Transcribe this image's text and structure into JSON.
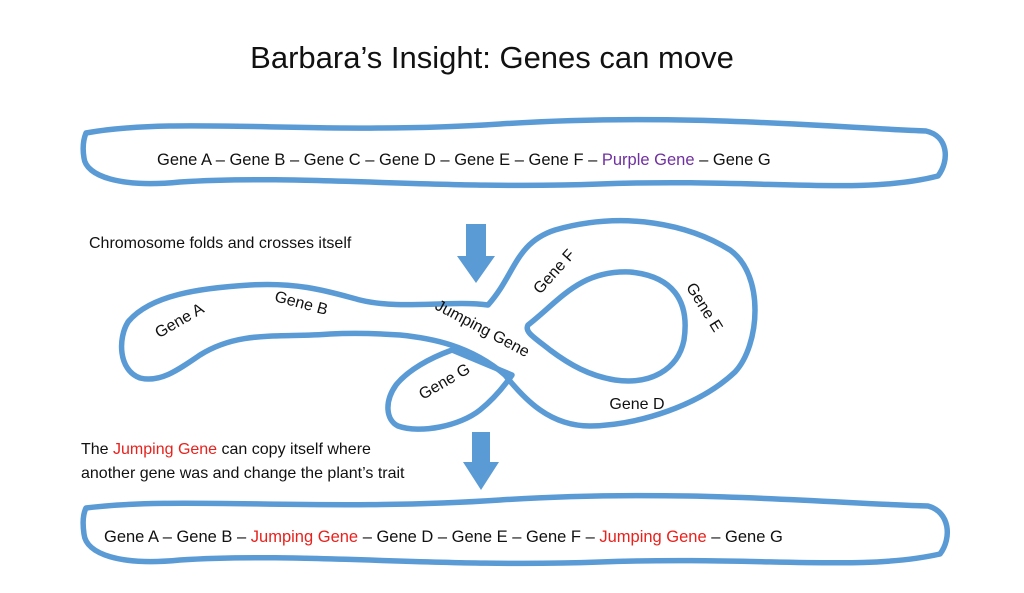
{
  "title": "Barbara’s Insight: Genes can move",
  "colors": {
    "chromosome_stroke": "#5b9bd5",
    "arrow_fill": "#5b9bd5",
    "highlight_red": "#e8211c",
    "highlight_purple": "#7030a0",
    "text": "#111111"
  },
  "top_sequence": {
    "prefix": "Gene A – Gene B – Gene C – Gene D – Gene E – Gene F – ",
    "purple_gene": "Purple Gene",
    "suffix": " – Gene G"
  },
  "fold_caption": "Chromosome folds and crosses itself",
  "fold_labels": {
    "gene_a": "Gene A",
    "gene_b": "Gene B",
    "jumping_gene": "Jumping Gene",
    "gene_f": "Gene F",
    "gene_e": "Gene E",
    "gene_g": "Gene G",
    "gene_d": "Gene D"
  },
  "copy_caption": {
    "line1_prefix": "The ",
    "line1_highlight": "Jumping Gene",
    "line1_suffix": " can copy itself where",
    "line2": "another gene was and change the plant’s trait"
  },
  "bottom_sequence": {
    "part1": "Gene A – Gene B – ",
    "jump1": "Jumping Gene",
    "part2": " – Gene D – Gene E – Gene F – ",
    "jump2": "Jumping Gene",
    "part3": " – Gene G"
  }
}
